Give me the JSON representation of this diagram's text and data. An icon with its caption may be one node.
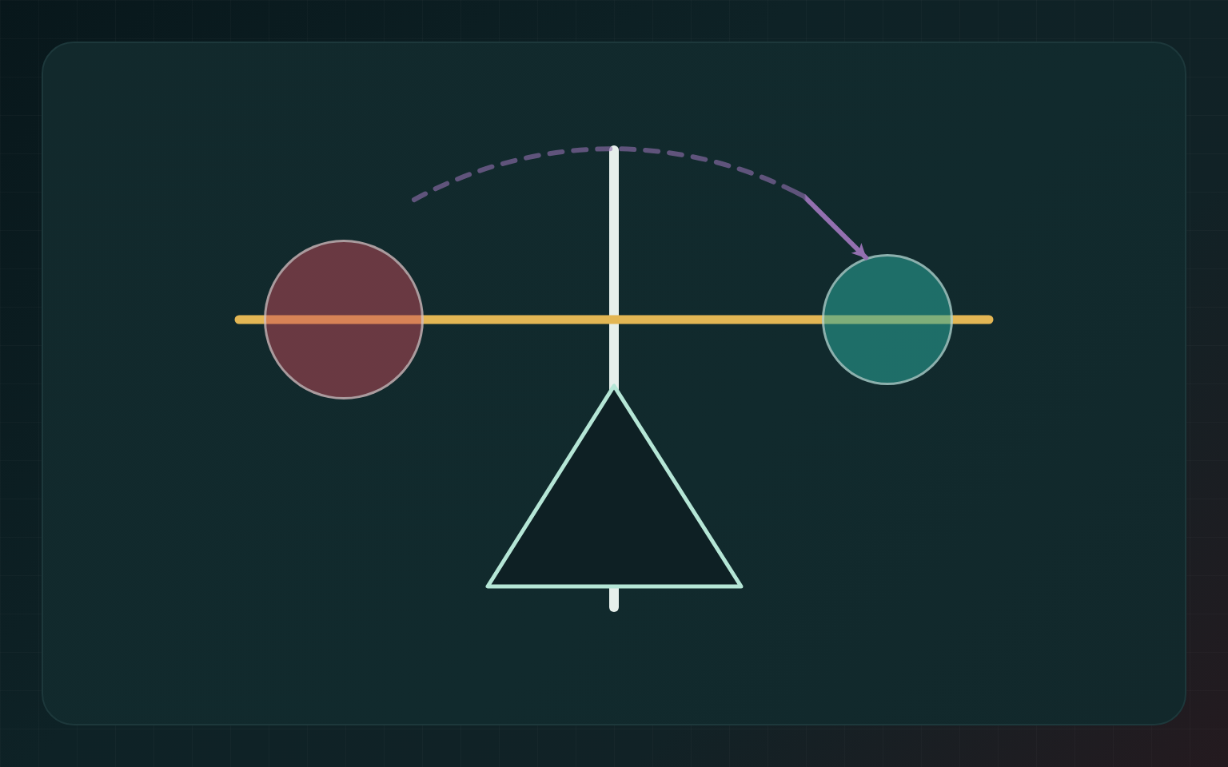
{
  "diagram": {
    "nodes": [
      {
        "text": [],
        "shape": "circle"
      },
      {
        "text": [],
        "shape": "circle"
      }
    ],
    "edges": [
      {
        "from": null,
        "to": 1,
        "arrow": "to",
        "style": "dashed",
        "color": "#9370b0"
      }
    ]
  }
}
